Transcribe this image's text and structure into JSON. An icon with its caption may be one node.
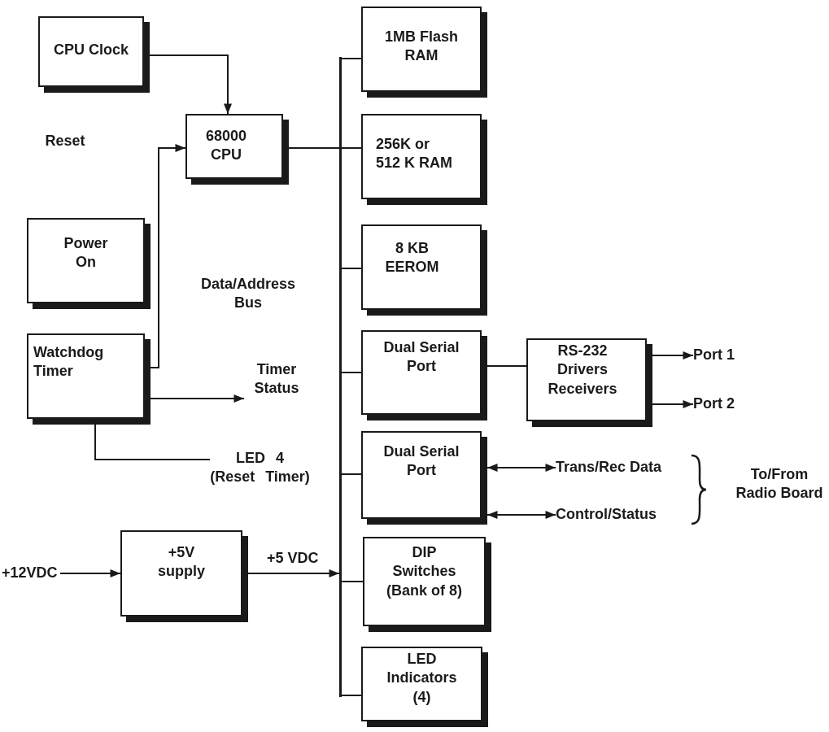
{
  "diagram": {
    "nodes": [
      {
        "text": [
          "CPU Clock"
        ]
      },
      {
        "text": [
          "68000 CPU"
        ]
      },
      {
        "text": [
          "Power On"
        ]
      },
      {
        "text": [
          "Watchdog Timer"
        ]
      },
      {
        "text": [],
        "shape": "bar"
      },
      {
        "text": [
          "1MB Flash RAM"
        ]
      },
      {
        "text": [
          "256K or 512 K RAM"
        ]
      },
      {
        "text": [
          "8 KB EEROM"
        ]
      },
      {
        "text": [
          "Dual Serial Port"
        ]
      },
      {
        "text": [
          "RS-232 Drivers Receivers"
        ]
      },
      {
        "text": [
          "Port 1"
        ]
      },
      {
        "text": [
          "Port 2"
        ]
      },
      {
        "text": [
          "Timer Status"
        ]
      },
      {
        "text": [
          "LED 4 (Reset Timer)"
        ]
      },
      {
        "text": [
          "Dual Serial Port"
        ]
      },
      {
        "text": [
          "Trans/Rec Data"
        ]
      },
      {
        "text": [
          "Control/Status"
        ]
      },
      {
        "text": [
          "+5V supply"
        ]
      },
      {
        "text": [
          "+12VDC"
        ]
      },
      {
        "text": [
          "DIP Switches (Bank of 8)"
        ]
      },
      {
        "text": [
          "LED Indicators (4)"
        ]
      }
    ],
    "edges": [
      {
        "from": 0,
        "to": 1,
        "arrow": "to"
      },
      {
        "from": 3,
        "to": 1,
        "arrow": "to"
      },
      {
        "from": 1,
        "to": 4,
        "arrow": "none"
      },
      {
        "from": 4,
        "to": 5,
        "arrow": "none"
      },
      {
        "from": 4,
        "to": 6,
        "arrow": "none"
      },
      {
        "from": 4,
        "to": 7,
        "arrow": "none"
      },
      {
        "from": 4,
        "to": 8,
        "arrow": "none"
      },
      {
        "from": 4,
        "to": 14,
        "arrow": "none"
      },
      {
        "from": 4,
        "to": 19,
        "arrow": "none"
      },
      {
        "from": 4,
        "to": 20,
        "arrow": "none"
      },
      {
        "from": 8,
        "to": 9,
        "arrow": "none"
      },
      {
        "from": 9,
        "to": 10,
        "arrow": "to"
      },
      {
        "from": 9,
        "to": 11,
        "arrow": "to"
      },
      {
        "from": 3,
        "to": 12,
        "arrow": "to"
      },
      {
        "from": 3,
        "to": 13,
        "arrow": "none"
      },
      {
        "from": 14,
        "to": 15,
        "arrow": "both"
      },
      {
        "from": 14,
        "to": 16,
        "arrow": "both"
      },
      {
        "from": 18,
        "to": 17,
        "arrow": "to"
      },
      {
        "from": 17,
        "to": 4,
        "arrow": "to",
        "label": "+5 VDC"
      }
    ],
    "labels": [
      "Reset",
      "Data/Address Bus",
      "To/From Radio Board"
    ]
  }
}
